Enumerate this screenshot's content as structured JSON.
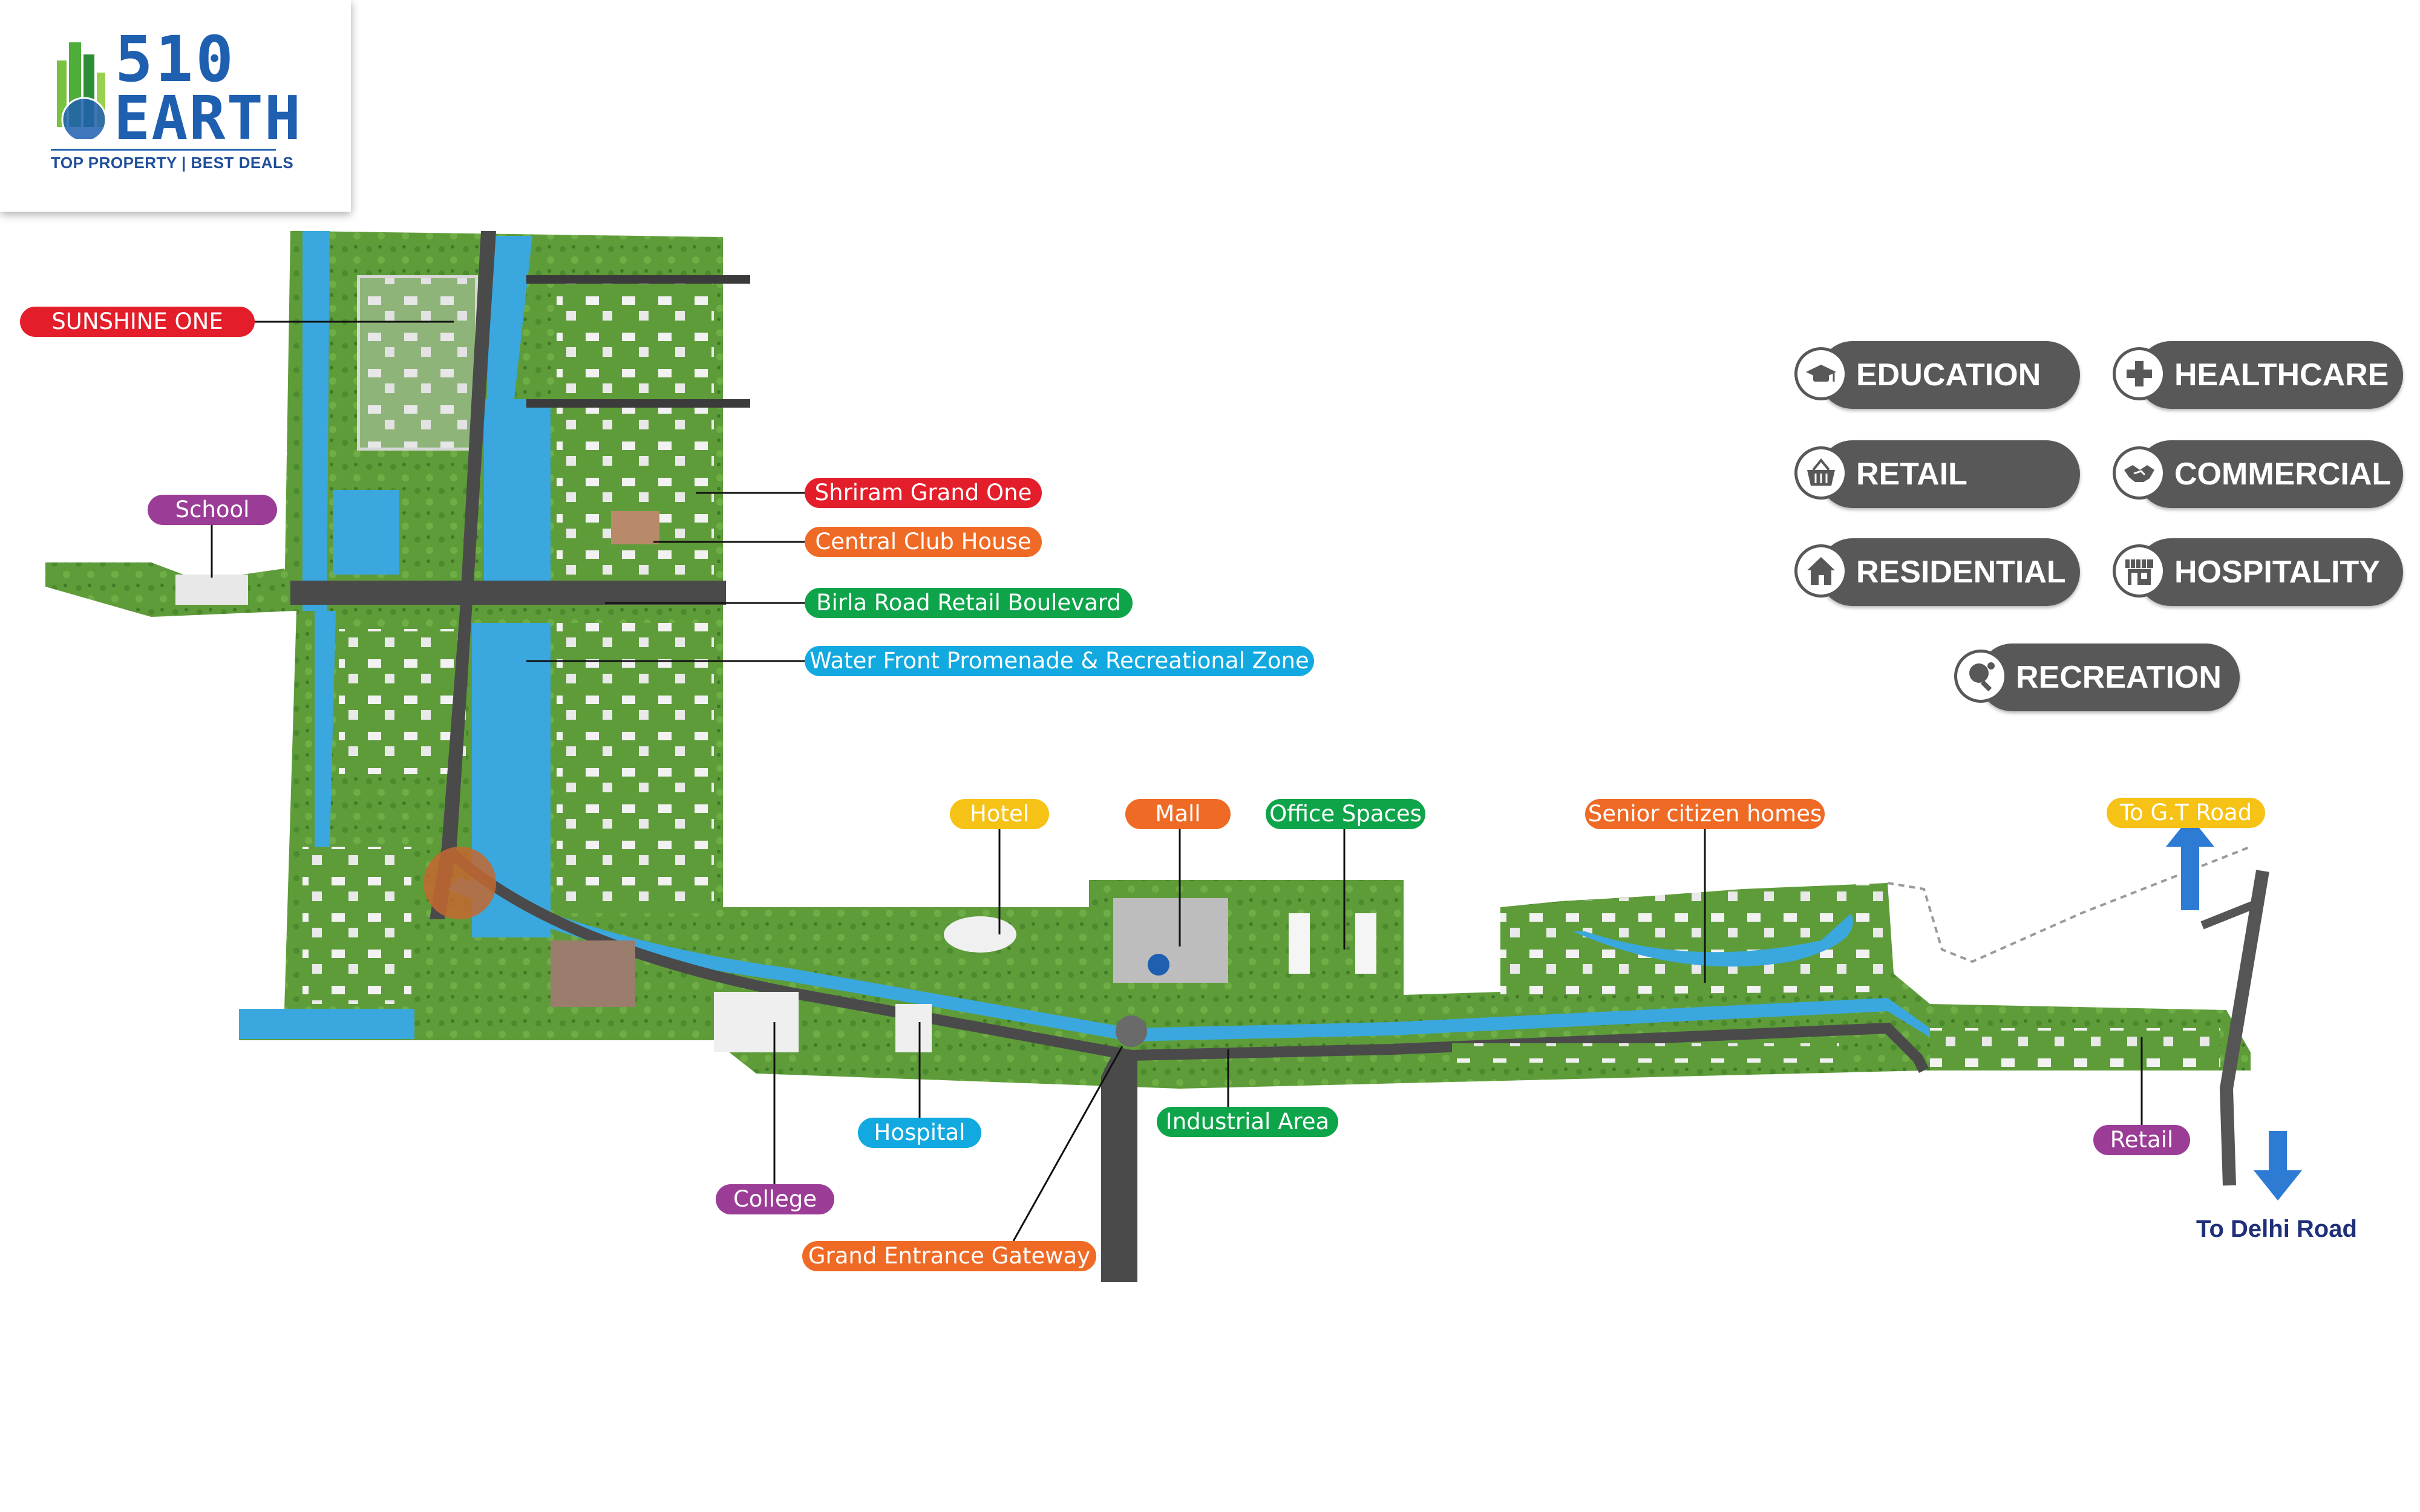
{
  "logo": {
    "number": "510",
    "word": "EARTH",
    "tagline": "TOP PROPERTY | BEST DEALS"
  },
  "labels": {
    "sunshine_one": "SUNSHINE ONE",
    "school": "School",
    "shriram_grand_one": "Shriram Grand One",
    "central_club_house": "Central Club House",
    "birla_road_retail_boulevard": "Birla Road Retail Boulevard",
    "water_front_promenade": "Water Front Promenade & Recreational Zone",
    "hotel": "Hotel",
    "mall": "Mall",
    "office_spaces": "Office Spaces",
    "senior_citizen_homes": "Senior citizen homes",
    "to_gt_road": "To G.T Road",
    "hospital": "Hospital",
    "industrial_area": "Industrial Area",
    "college": "College",
    "grand_entrance_gateway": "Grand Entrance Gateway",
    "retail": "Retail",
    "to_delhi_road": "To Delhi Road"
  },
  "legend": {
    "education": "EDUCATION",
    "healthcare": "HEALTHCARE",
    "retail": "RETAIL",
    "commercial": "COMMERCIAL",
    "residential": "RESIDENTIAL",
    "hospitality": "HOSPITALITY",
    "recreation": "RECREATION"
  },
  "colors": {
    "red": "#e31e2a",
    "orange": "#ef6a25",
    "green": "#0ea44a",
    "blue": "#11a9e0",
    "purple": "#9b3d96",
    "yellow": "#f6c215",
    "legend_bg": "#585858",
    "water": "#3aa8de",
    "park": "#5a9a38",
    "road": "#4a4a4a"
  },
  "icons": {
    "education": "graduation-cap-icon",
    "healthcare": "medical-cross-icon",
    "retail": "shopping-basket-icon",
    "commercial": "handshake-icon",
    "residential": "house-icon",
    "hospitality": "storefront-icon",
    "recreation": "ping-pong-paddle-icon"
  }
}
